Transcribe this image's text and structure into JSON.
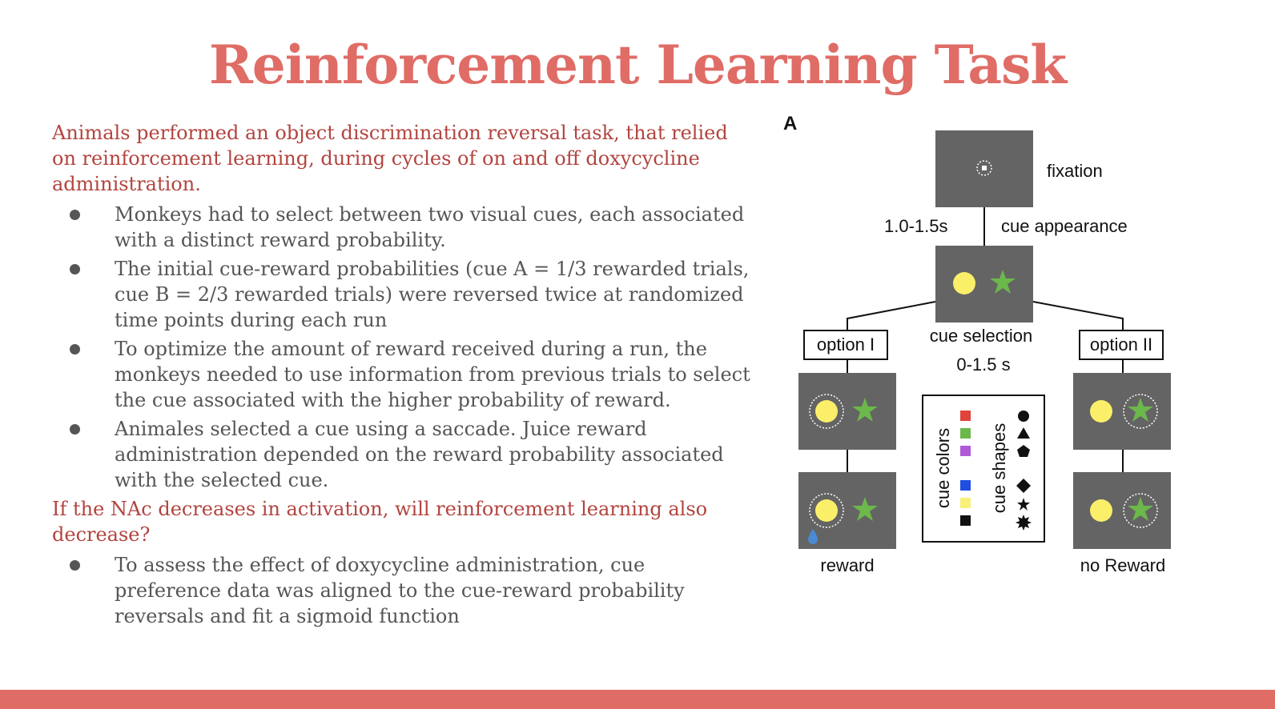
{
  "slide": {
    "title": "Reinforcement Learning Task",
    "intro": "Animals performed an object discrimination reversal task, that relied on reinforcement learning, during cycles of on and off doxycycline administration.",
    "bullets_1": [
      "Monkeys had to select between two visual cues, each associated with a distinct reward probability.",
      "The initial cue-reward probabilities (cue A = 1/3 rewarded trials, cue B = 2/3 rewarded trials) were reversed twice at randomized time points during each run",
      "To optimize the amount of reward received during a run, the monkeys needed to use information from previous trials to select the cue associated with the higher probability of reward.",
      "Animales selected a cue using  a saccade. Juice reward administration depended on the reward probability associated with the selected cue."
    ],
    "question": "If the NAc decreases in activation, will reinforcement learning  also decrease?",
    "bullets_2": [
      "To assess the effect of doxycycline administration,  cue preference data was aligned to the cue-reward probability reversals and fit a sigmoid function"
    ]
  },
  "figure": {
    "panel_label": "A",
    "fixation": "fixation",
    "interval": "1.0-1.5s",
    "cue_appearance": "cue appearance",
    "cue_selection": "cue selection",
    "selection_time": "0-1.5 s",
    "option_1": "option I",
    "option_2": "option II",
    "reward": "reward",
    "no_reward": "no Reward",
    "legend_colors": "cue colors",
    "legend_shapes": "cue shapes",
    "colors": {
      "screen": "#646464",
      "cue_yellow": "#fbef6a",
      "cue_green": "#6cb84b",
      "legend": [
        "#e0433a",
        "#6cb84b",
        "#b05ad8",
        "#1f4fe0",
        "#f7f07a",
        "#111111"
      ],
      "water": "#4a8ad4",
      "accent": "#e06c66"
    }
  }
}
